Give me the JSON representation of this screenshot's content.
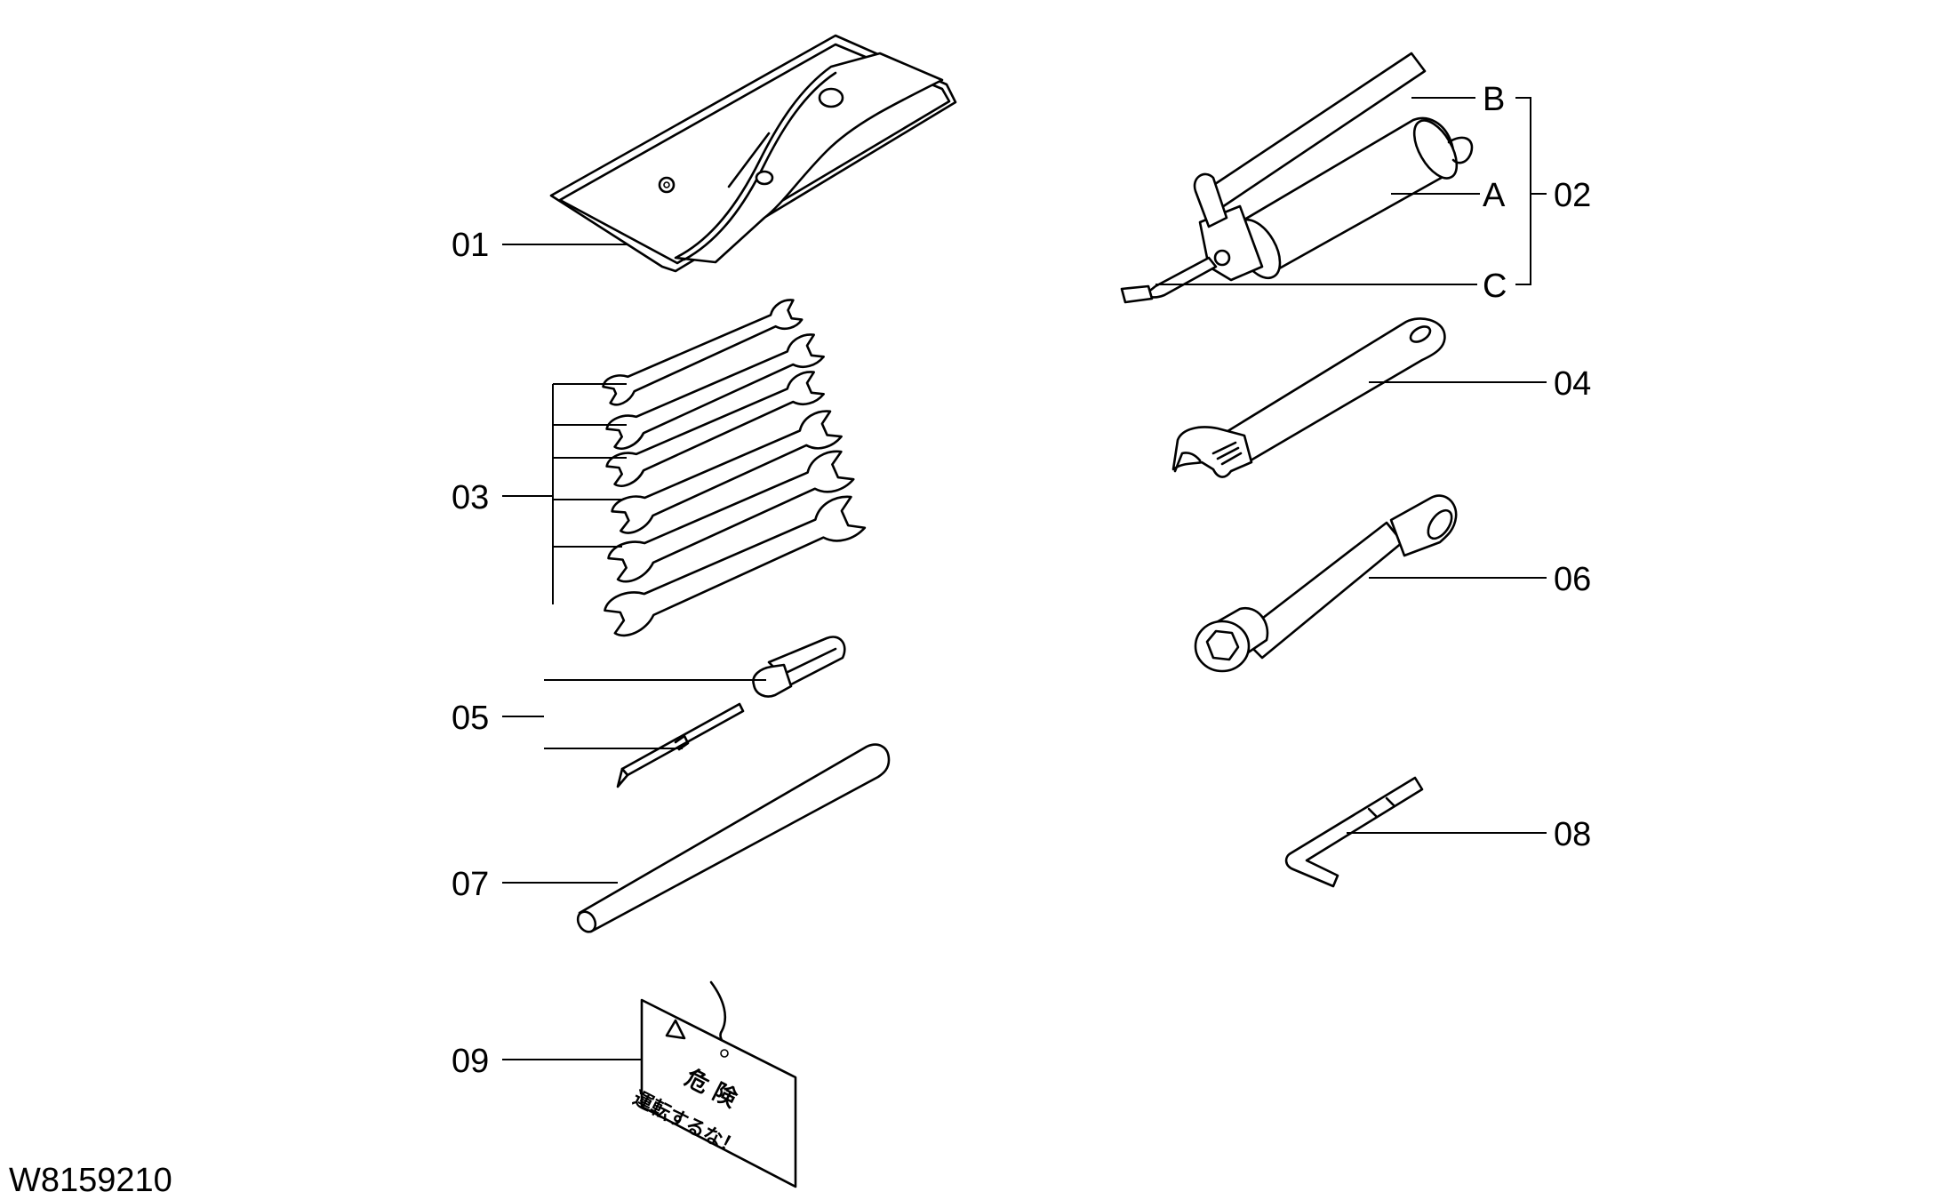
{
  "drawing_id": "W8159210",
  "parts": [
    {
      "ref": "01",
      "icon": "tool-bag-icon"
    },
    {
      "ref": "02",
      "icon": "grease-gun-icon",
      "sub": [
        "B",
        "A",
        "C"
      ]
    },
    {
      "ref": "03",
      "icon": "open-end-wrench-set-icon"
    },
    {
      "ref": "04",
      "icon": "adjustable-wrench-icon"
    },
    {
      "ref": "05",
      "icon": "screwdriver-icon"
    },
    {
      "ref": "06",
      "icon": "socket-wrench-icon"
    },
    {
      "ref": "07",
      "icon": "bar-icon"
    },
    {
      "ref": "08",
      "icon": "hex-key-icon"
    },
    {
      "ref": "09",
      "icon": "warning-tag-icon"
    }
  ],
  "warning_tag": {
    "title": "危 険",
    "text": "運転するな！"
  }
}
